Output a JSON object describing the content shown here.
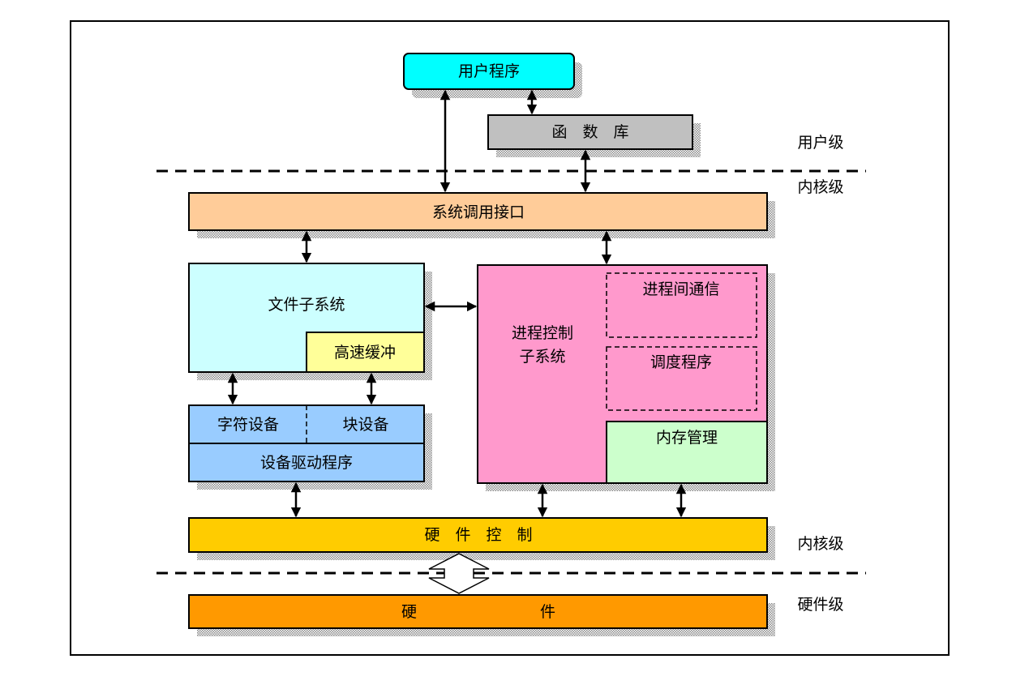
{
  "boxes": {
    "user_program": "用户程序",
    "function_library": "函　数　库",
    "syscall_interface": "系统调用接口",
    "file_subsystem": "文件子系统",
    "cache": "高速缓冲",
    "char_device": "字符设备",
    "block_device": "块设备",
    "device_driver": "设备驱动程序",
    "process_control_line1": "进程控制",
    "process_control_line2": "子系统",
    "ipc": "进程间通信",
    "scheduler": "调度程序",
    "memory_management": "内存管理",
    "hardware_control": "硬　件　控　制",
    "hardware": "硬　　　　　　　　件"
  },
  "levels": {
    "user_level": "用户级",
    "kernel_level_top": "内核级",
    "kernel_level_bottom": "内核级",
    "hardware_level": "硬件级"
  },
  "colors": {
    "user_program": "#00ffff",
    "function_library": "#c0c0c0",
    "syscall_interface": "#ffcc99",
    "file_subsystem": "#ccffff",
    "cache": "#ffff99",
    "device": "#99ccff",
    "process_control": "#ff99cc",
    "memory_management": "#ccffcc",
    "hardware_control": "#ffcc00",
    "hardware": "#ff9900"
  }
}
